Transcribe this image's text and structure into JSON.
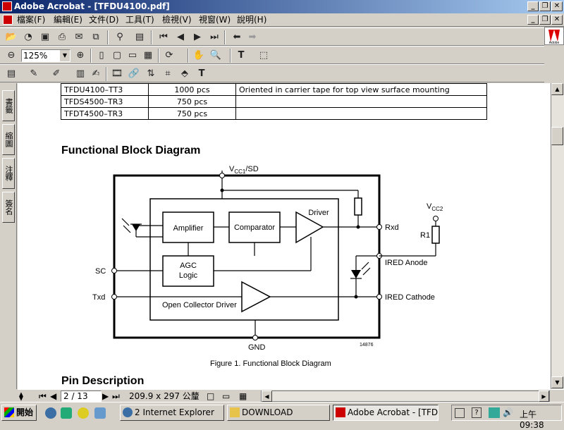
{
  "window": {
    "title": "Adobe Acrobat - [TFDU4100.pdf]",
    "minimize": "_",
    "restore": "❐",
    "close": "✕"
  },
  "menu": {
    "items": [
      "檔案(F)",
      "編輯(E)",
      "文件(D)",
      "工具(T)",
      "檢視(V)",
      "視窗(W)",
      "說明(H)"
    ]
  },
  "toolbar": {
    "zoom_value": "125%"
  },
  "side_tabs": [
    "書籤",
    "縮圖",
    "注釋",
    "簽名"
  ],
  "document": {
    "order_table": [
      [
        "TFDU4100–TT3",
        "1000 pcs",
        "Oriented in carrier tape for top view surface mounting"
      ],
      [
        "TFDS4500–TR3",
        "750 pcs",
        ""
      ],
      [
        "TFDT4500–TR3",
        "750 pcs",
        ""
      ]
    ],
    "section_title": "Functional Block Diagram",
    "diagram": {
      "vcc1": "V",
      "vcc1_sub": "CC1",
      "vcc1_suffix": "/SD",
      "vcc2": "V",
      "vcc2_sub": "CC2",
      "driver": "Driver",
      "amplifier": "Amplifier",
      "comparator": "Comparator",
      "agc1": "AGC",
      "agc2": "Logic",
      "open_collector": "Open Collector Driver",
      "rxd": "Rxd",
      "r1": "R1",
      "ired_anode": "IRED Anode",
      "ired_cathode": "IRED Cathode",
      "sc": "SC",
      "txd": "Txd",
      "gnd": "GND",
      "code": "14876"
    },
    "figure_caption": "Figure 1.  Functional Block Diagram",
    "next_section": "Pin Description"
  },
  "status": {
    "page": "2 / 13",
    "page_size": "209.9 x 297 公釐"
  },
  "taskbar": {
    "start": "開始",
    "apps": [
      {
        "label": "2 Internet Explorer"
      },
      {
        "label": "DOWNLOAD"
      },
      {
        "label": "Adobe Acrobat - [TFD..."
      }
    ],
    "clock": "上午 09:38"
  }
}
